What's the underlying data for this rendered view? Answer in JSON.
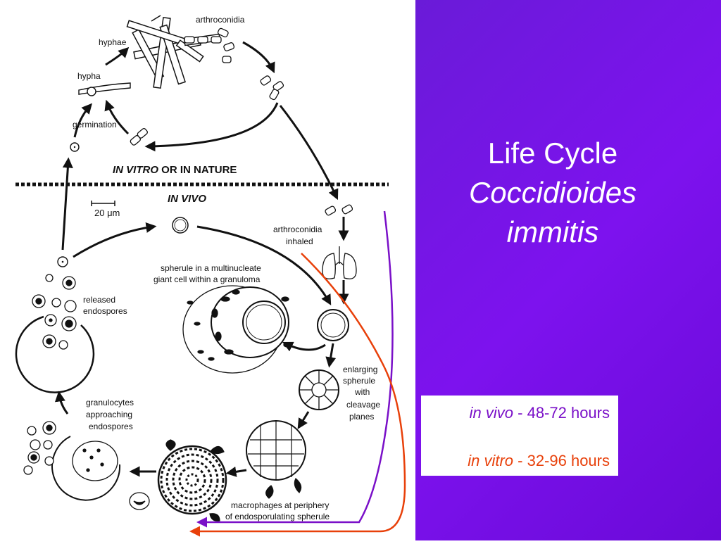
{
  "slide": {
    "title_line1": "Life Cycle",
    "title_line2": "Coccidioides",
    "title_line3": "immitis",
    "durations": [
      {
        "label": "in vivo",
        "separator": " - ",
        "value": "48-72 hours",
        "color": "#7a10c8"
      },
      {
        "label": "in vitro",
        "separator": " - ",
        "value": "32-96 hours",
        "color": "#e8400a"
      }
    ]
  },
  "diagram": {
    "section_in_vitro": "IN VITRO OR IN NATURE",
    "section_in_vitro_italic": "IN VITRO",
    "section_in_vitro_rest": " OR IN NATURE",
    "section_in_vivo": "IN VIVO",
    "scale_bar": "20 μm",
    "labels": {
      "arthroconidia": "arthroconidia",
      "hyphae": "hyphae",
      "hypha": "hypha",
      "germination": "germination",
      "arthroconidia_inhaled_1": "arthroconidia",
      "arthroconidia_inhaled_2": "inhaled",
      "spherule_giant_1": "spherule in a multinucleate",
      "spherule_giant_2": "giant cell within a granuloma",
      "released_1": "released",
      "released_2": "endospores",
      "enlarging_1": "enlarging",
      "enlarging_2": "spherule",
      "enlarging_3": "with",
      "enlarging_4": "cleavage",
      "enlarging_5": "planes",
      "granulocytes_1": "granulocytes",
      "granulocytes_2": "approaching",
      "granulocytes_3": "endospores",
      "macrophages_1": "macrophages at periphery",
      "macrophages_2": "of endosporulating spherule"
    }
  },
  "colors": {
    "panel": "#7412e6",
    "in_vivo_line": "#7a10c8",
    "in_vitro_line": "#e8400a",
    "ink": "#111111"
  }
}
